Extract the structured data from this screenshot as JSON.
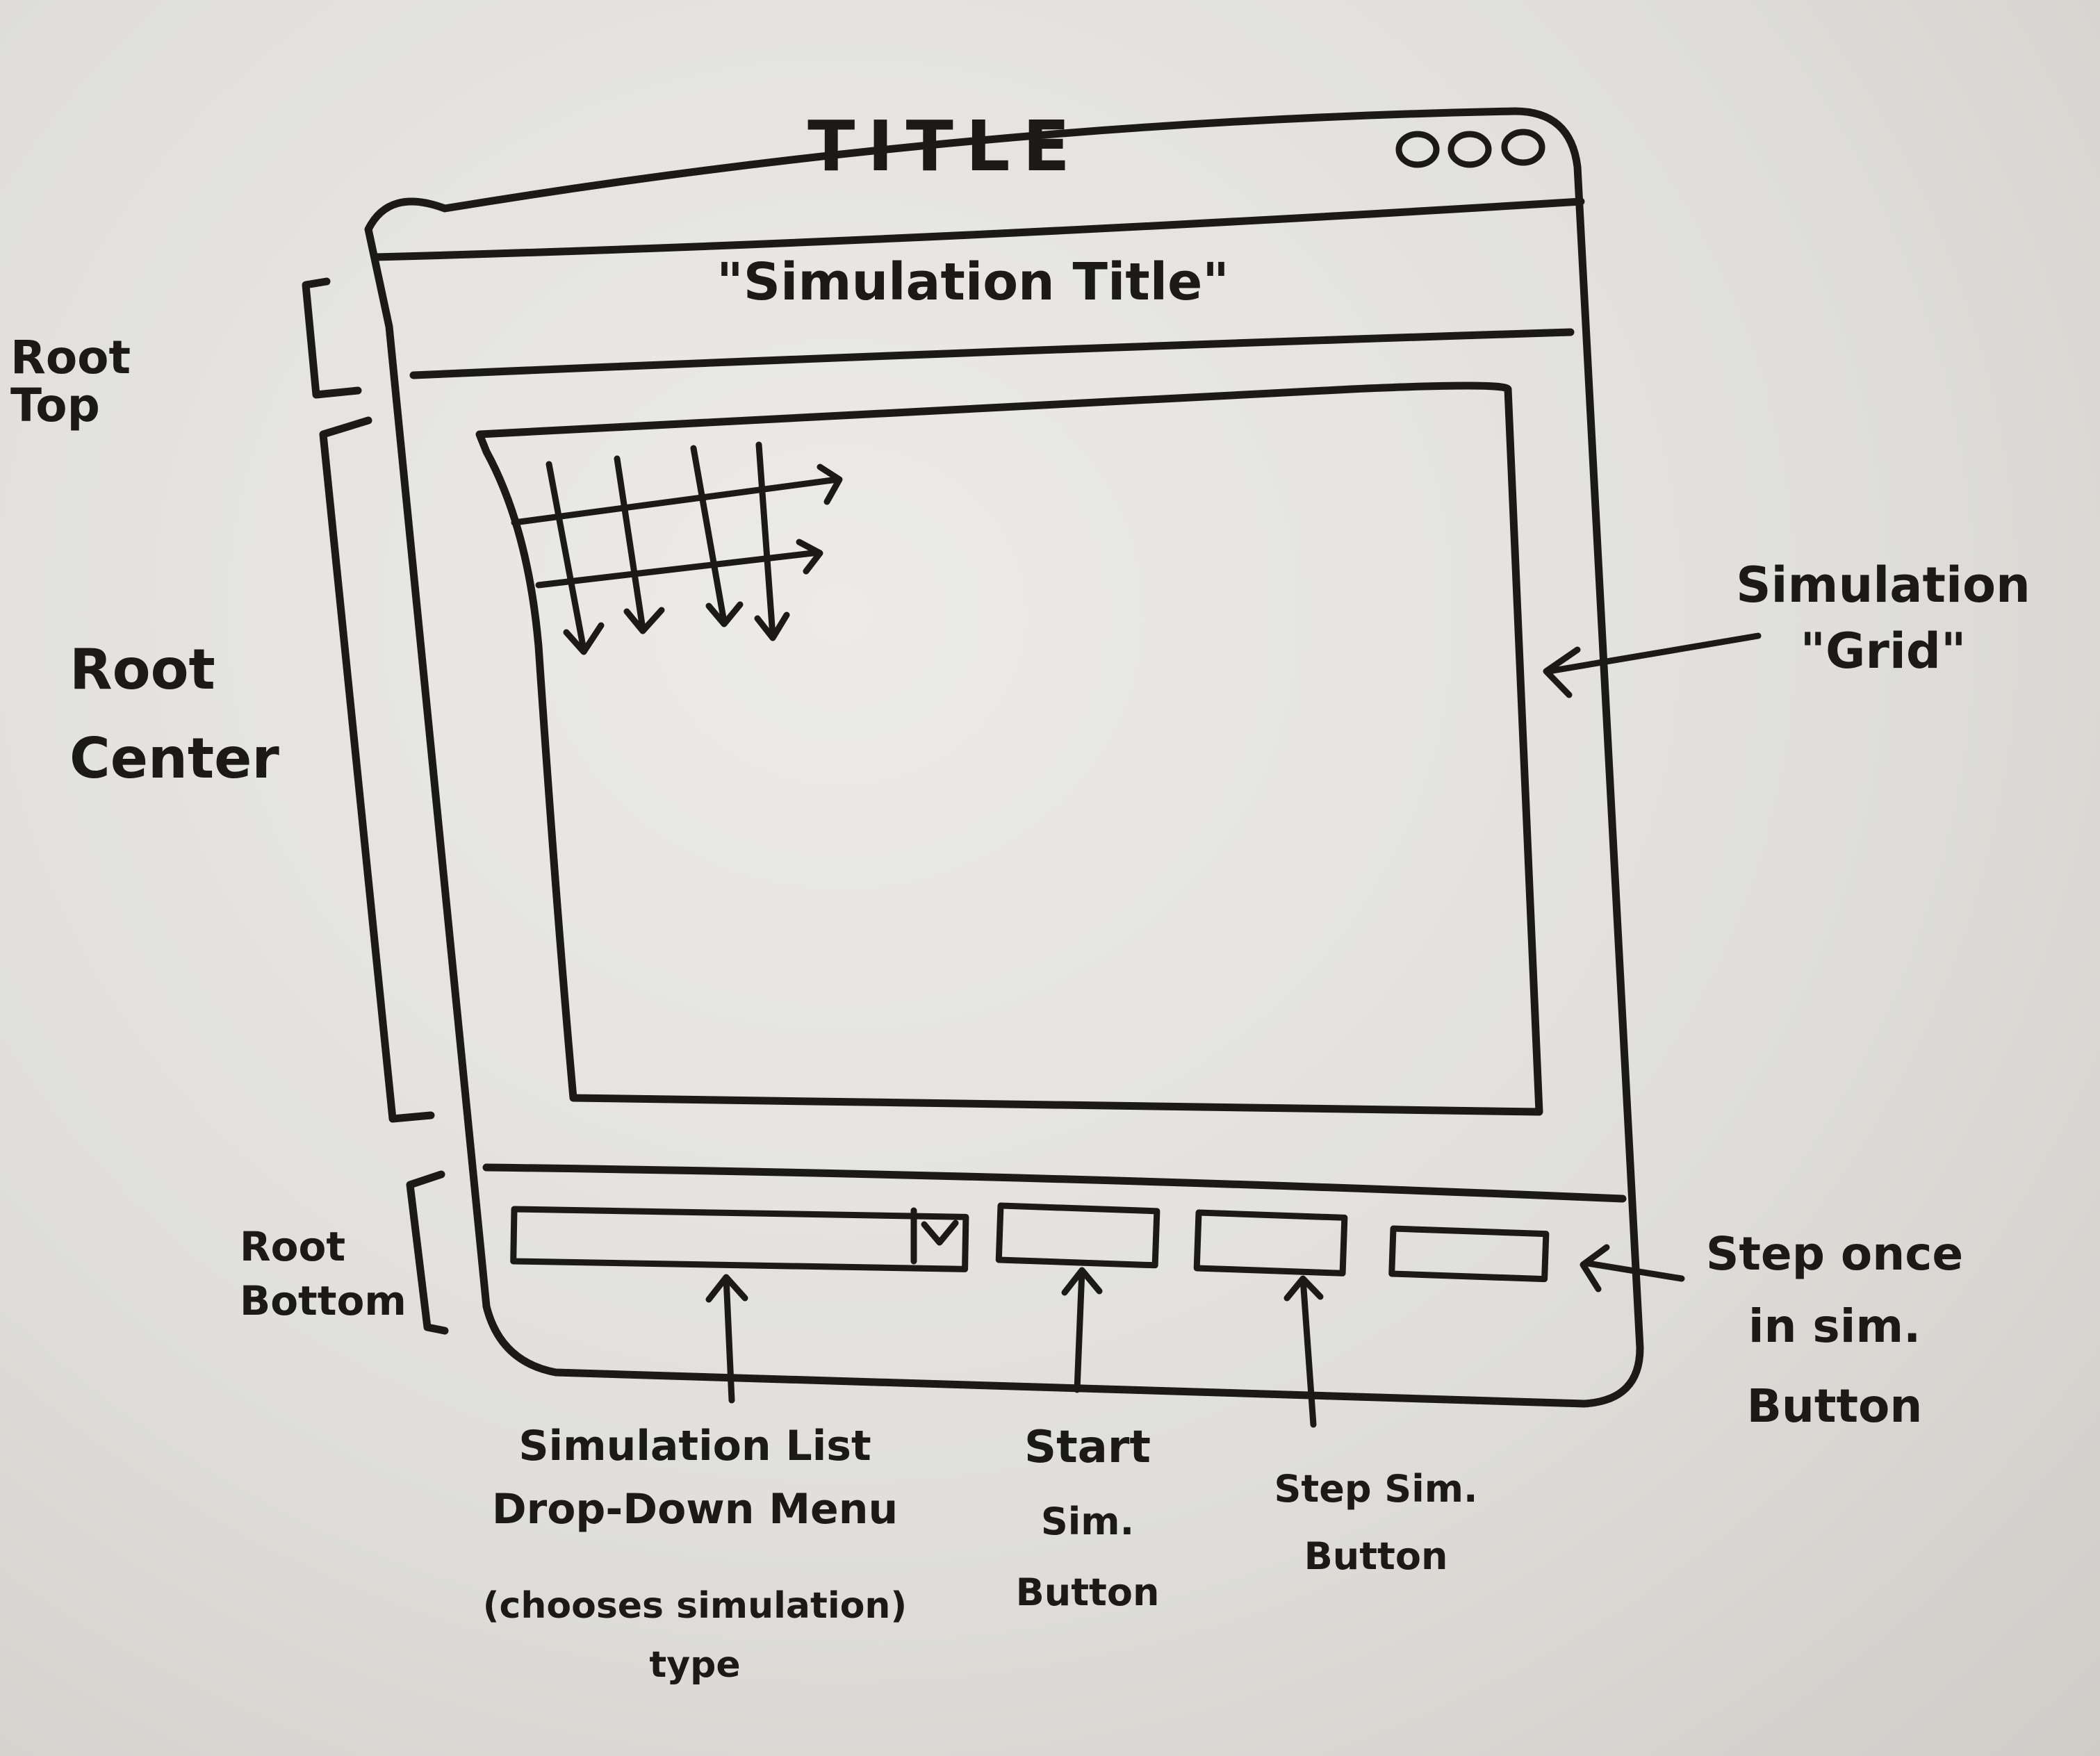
{
  "window": {
    "title": "TITLE",
    "controls": [
      "window-circle",
      "window-circle",
      "window-circle"
    ]
  },
  "root_top": {
    "label": "Root Top",
    "simulation_title": "\"Simulation Title\""
  },
  "root_center": {
    "label": "Root Center",
    "grid_annotation": "Simulation \"Grid\""
  },
  "root_bottom": {
    "label": "Root Bottom",
    "dropdown_annotation": {
      "line1": "Simulation List",
      "line2": "Drop-Down Menu",
      "line3": "(chooses simulation)",
      "line4": "type"
    },
    "start_annotation": {
      "line1": "Start",
      "line2": "Sim.",
      "line3": "Button"
    },
    "step_annotation": {
      "line1": "Step Sim.",
      "line2": "Button"
    },
    "step_once_annotation": {
      "line1": "Step once",
      "line2": "in sim.",
      "line3": "Button"
    },
    "dropdown_icon": "chevron-down-icon"
  },
  "colors": {
    "ink": "#1b1a19",
    "board": "#e6e5e1"
  }
}
